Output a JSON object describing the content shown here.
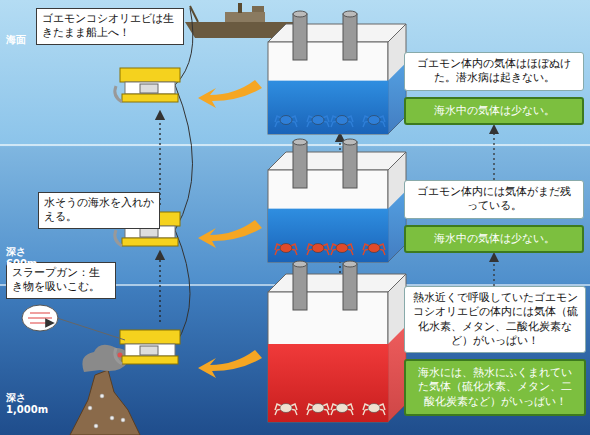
{
  "diagram": {
    "nodes": [
      {
        "text": [
          "ゴエモンコシオリエビは生きたまま船上へ！"
        ]
      },
      {
        "text": [
          "水そうの海水を入れかえる。"
        ]
      },
      {
        "text": [
          "スラープガン：生き物を吸いこむ。"
        ]
      },
      {
        "text": [
          "ゴエモン体内の気体はほぼぬけた。潜水病は起きない。"
        ]
      },
      {
        "text": [
          "海水中の気体は少ない。"
        ]
      },
      {
        "text": [
          "ゴエモン体内には気体がまだ残っている。"
        ]
      },
      {
        "text": [
          "海水中の気体は少ない。"
        ]
      },
      {
        "text": [
          "熱水近くで呼吸していたゴエモンコシオリエビの体内には気体（硫化水素、メタン、二酸化炭素など）がいっぱい！"
        ]
      },
      {
        "text": [
          "海水には、熱水にふくまれていた気体（硫化水素、メタン、二酸化炭素など）がいっぱい！"
        ]
      }
    ],
    "edges": [
      {
        "from": 7,
        "to": 6,
        "arrow": "to"
      },
      {
        "from": 5,
        "to": 4,
        "arrow": "to"
      }
    ],
    "labels": [
      "海面",
      "深さ 600m",
      "深さ 1,000m"
    ]
  }
}
